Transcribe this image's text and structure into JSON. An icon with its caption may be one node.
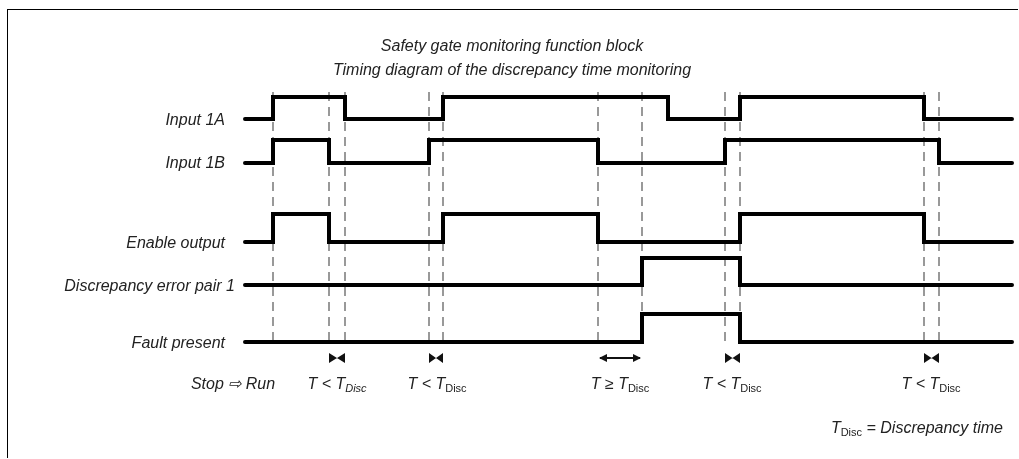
{
  "diagram": {
    "title": "Safety gate monitoring function block",
    "labels": [
      "Timing diagram of the discrepancy time monitoring",
      "Input 1A",
      "Input 1B",
      "Enable output",
      "Discrepancy error pair 1",
      "Fault present",
      "Stop ⇨ Run",
      "T < T$_{Disc}$",
      "T < T$_{Disc}$",
      "T ≥ T$_{Disc}$",
      "T < T$_{Disc}$",
      "T < T$_{Disc}$",
      "T$_{Disc}$ = Discrepancy time"
    ]
  }
}
